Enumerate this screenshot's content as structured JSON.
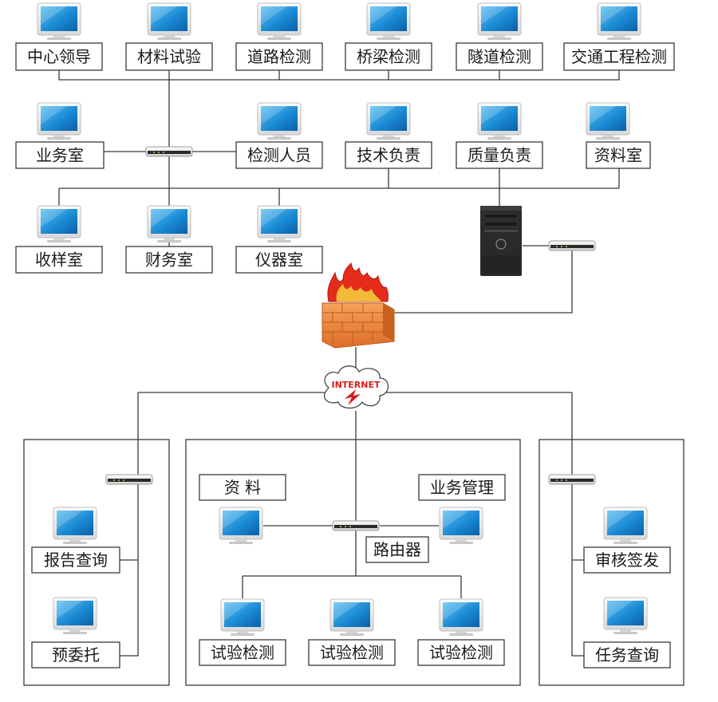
{
  "top_row": [
    "中心领导",
    "材料试验",
    "道路检测",
    "桥梁检测",
    "隧道检测",
    "交通工程检测"
  ],
  "middle_row": [
    "业务室",
    "检测人员",
    "技术负责",
    "质量负责",
    "资料室"
  ],
  "lower_row": [
    "收样室",
    "财务室",
    "仪器室"
  ],
  "internet_label": "INTERNET",
  "left_panel": [
    "报告查询",
    "预委托"
  ],
  "center_panel": {
    "top_left": "资 料",
    "top_right": "业务管理",
    "router": "路由器",
    "bottom": [
      "试验检测",
      "试验检测",
      "试验检测"
    ]
  },
  "right_panel": [
    "审核签发",
    "任务查询"
  ],
  "colors": {
    "line": "#3a3a3a",
    "monitor_screen": "#1a8ad4",
    "firewall_brick": "#e8853a",
    "flame": "#e52b1c",
    "internet_text": "#d21f1f"
  },
  "icons": [
    "monitor-icon",
    "router-icon",
    "server-tower-icon",
    "firewall-icon",
    "internet-cloud-icon"
  ]
}
